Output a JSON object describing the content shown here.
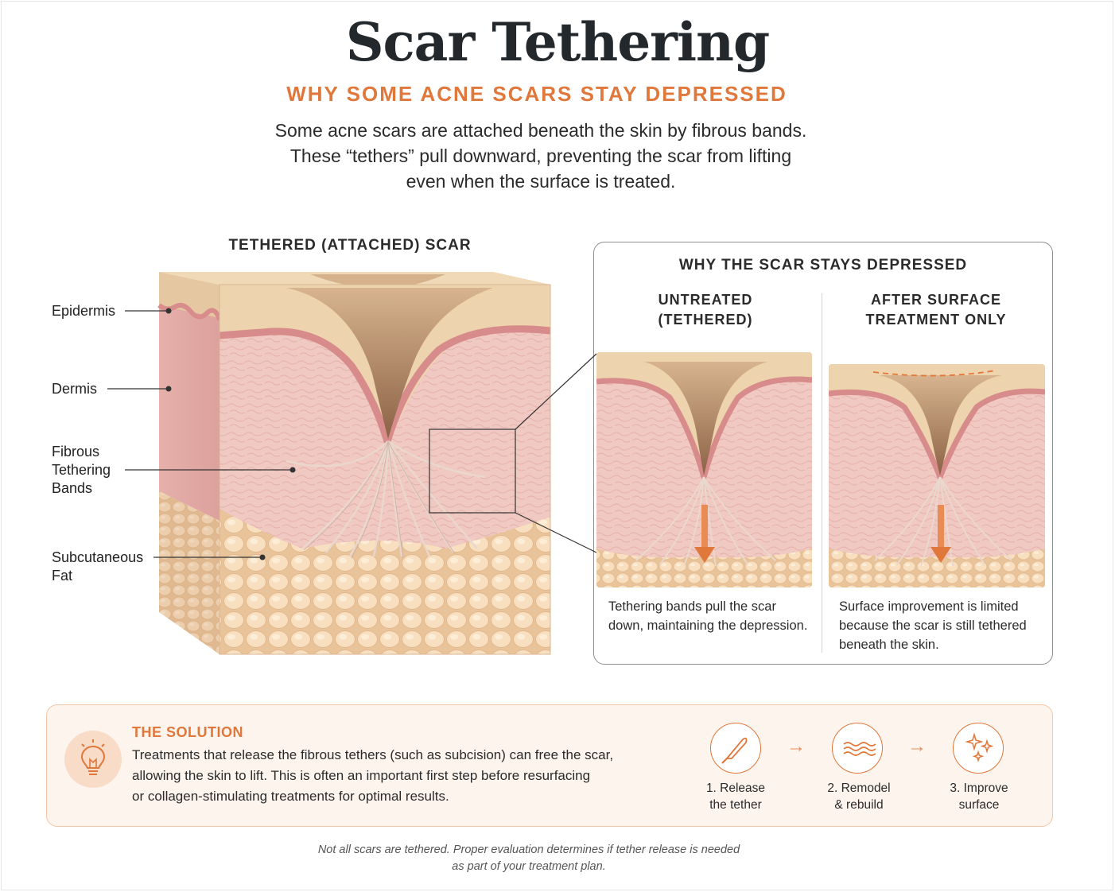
{
  "title": "Scar Tethering",
  "subtitle": "WHY SOME ACNE SCARS STAY DEPRESSED",
  "intro_lines": [
    "Some acne scars are attached beneath the skin by fibrous bands.",
    "These “tethers” pull downward, preventing the scar from lifting",
    "even when the surface is treated."
  ],
  "left_diagram": {
    "title": "TETHERED (ATTACHED) SCAR",
    "labels": {
      "epidermis": "Epidermis",
      "dermis": "Dermis",
      "fibrous_1": "Fibrous",
      "fibrous_2": "Tethering",
      "fibrous_3": "Bands",
      "fat_1": "Subcutaneous",
      "fat_2": "Fat"
    }
  },
  "panel": {
    "title": "WHY THE SCAR STAYS DEPRESSED",
    "untreated": {
      "heading_1": "UNTREATED",
      "heading_2": "(TETHERED)",
      "caption_1": "Tethering bands pull the scar",
      "caption_2": "down, maintaining the depression."
    },
    "after": {
      "heading_1": "AFTER SURFACE",
      "heading_2": "TREATMENT ONLY",
      "caption_1": "Surface improvement is limited",
      "caption_2": "because the scar is still tethered",
      "caption_3": "beneath the skin."
    }
  },
  "solution": {
    "icon": "lightbulb-icon",
    "title": "THE SOLUTION",
    "text_1": "Treatments that release the fibrous tethers (such as subcision) can free the scar,",
    "text_2": "allowing the skin to lift. This is often an important first step before resurfacing",
    "text_3": "or collagen-stimulating treatments for optimal results.",
    "steps": [
      {
        "icon": "scalpel-icon",
        "line_1": "1. Release",
        "line_2": "the tether"
      },
      {
        "icon": "waves-icon",
        "line_1": "2. Remodel",
        "line_2": "& rebuild"
      },
      {
        "icon": "sparkle-icon",
        "line_1": "3. Improve",
        "line_2": "surface"
      }
    ]
  },
  "footnote_1": "Not all scars are tethered. Proper evaluation determines if tether release is needed",
  "footnote_2": "as part of your treatment plan.",
  "colors": {
    "accent": "#e0773b",
    "dermis": "#efc3bd",
    "epidermis": "#ecd3b0",
    "fat": "#f7dcb9",
    "text": "#2b2b2b"
  }
}
